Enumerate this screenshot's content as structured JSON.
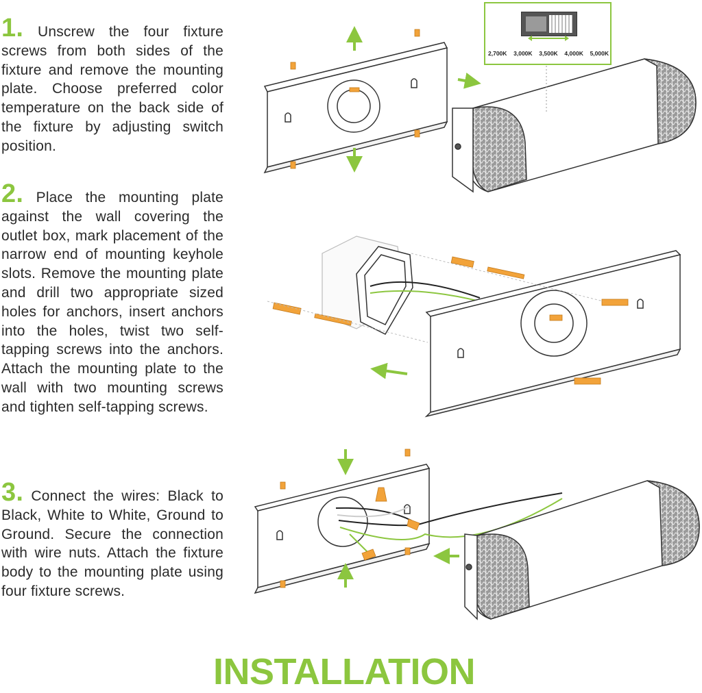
{
  "steps": [
    {
      "number": "1.",
      "text": "Unscrew the four fixture screws from both sides of the fixture and remove the mounting plate. Choose preferred color temperature on the back side of the fixture by adjusting switch position."
    },
    {
      "number": "2.",
      "text": "Place the mounting plate against the wall covering the outlet box, mark placement of the narrow end of mounting keyhole slots. Remove the mounting plate and drill two appropriate sized holes for anchors, insert anchors into the holes, twist two self-tapping screws into the anchors. Attach the mounting plate to the wall with two mounting screws and tighten self-tapping screws."
    },
    {
      "number": "3.",
      "text": "Connect the wires: Black to Black, White to White, Ground to Ground. Secure the connection with wire nuts. Attach the fixture body to the mounting plate using four fixture screws."
    }
  ],
  "cct_options": [
    "2,700K",
    "3,000K",
    "3,500K",
    "4,000K",
    "5,000K"
  ],
  "title": "INSTALLATION",
  "colors": {
    "accent": "#8cc63f",
    "screw": "#f2a33a",
    "line": "#333333"
  }
}
